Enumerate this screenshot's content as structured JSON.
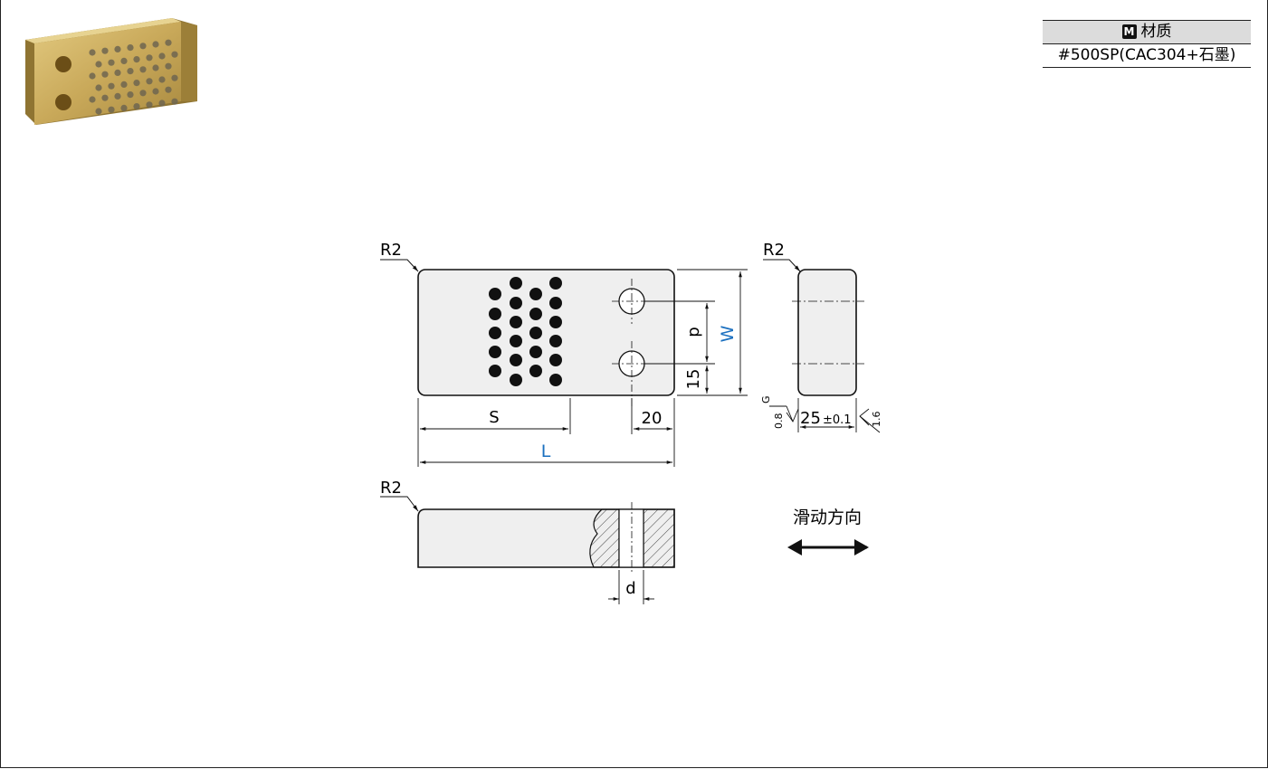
{
  "material_table": {
    "header_badge": "M",
    "header_label": "材质",
    "value": "#500SP(CAC304+石墨)"
  },
  "drawing": {
    "radius_label": "R2",
    "dim_S": "S",
    "dim_L": "L",
    "dim_W": "W",
    "dim_p": "p",
    "dim_15": "15",
    "dim_20": "20",
    "dim_d": "d",
    "dim_thickness": "25",
    "dim_tolerance": "±0.1",
    "roughness_G": "G",
    "roughness_08": "0.8",
    "roughness_16": "1.6",
    "sliding_direction": "滑动方向"
  },
  "colors": {
    "blue_dimension": "#1a6fbf",
    "part_fill": "#efefef",
    "bronze": "#c9a95a"
  }
}
